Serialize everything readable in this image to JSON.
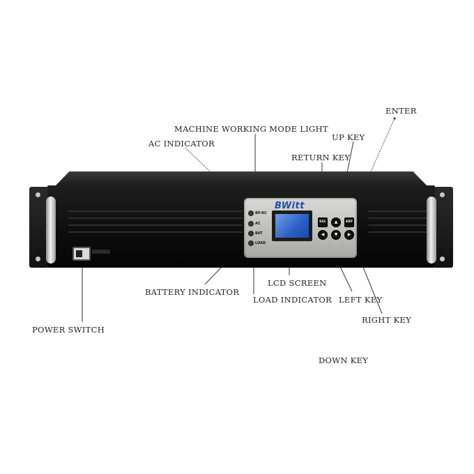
{
  "labels": {
    "enter": "ENTER",
    "up_key": "UP KEY",
    "machine_mode": "MACHINE WORKING MODE LIGHT",
    "ac_indicator": "AC INDICATOR",
    "return_key": "RETURN KEY",
    "battery_indicator": "BATTERY INDICATOR",
    "lcd_screen": "LCD SCREEN",
    "load_indicator": "LOAD INDICATOR",
    "left_key": "LEFT KEY",
    "right_key": "RIGHT KEY",
    "power_switch": "POWER SWITCH",
    "down_key": "DOWN KEY"
  },
  "panel": {
    "brand": "BWitt",
    "led_labels": [
      "BP/AC",
      "AC",
      "BAT",
      "LOAD"
    ],
    "key_labels": {
      "esc": "ESC",
      "enter": "ENT",
      "up": "▲",
      "down": "▼",
      "left": "◀",
      "right": "▶"
    }
  },
  "colors": {
    "brand": "#1f4fa8",
    "lcd": "#2c5fc4",
    "chassis": "#0c0c0c"
  }
}
